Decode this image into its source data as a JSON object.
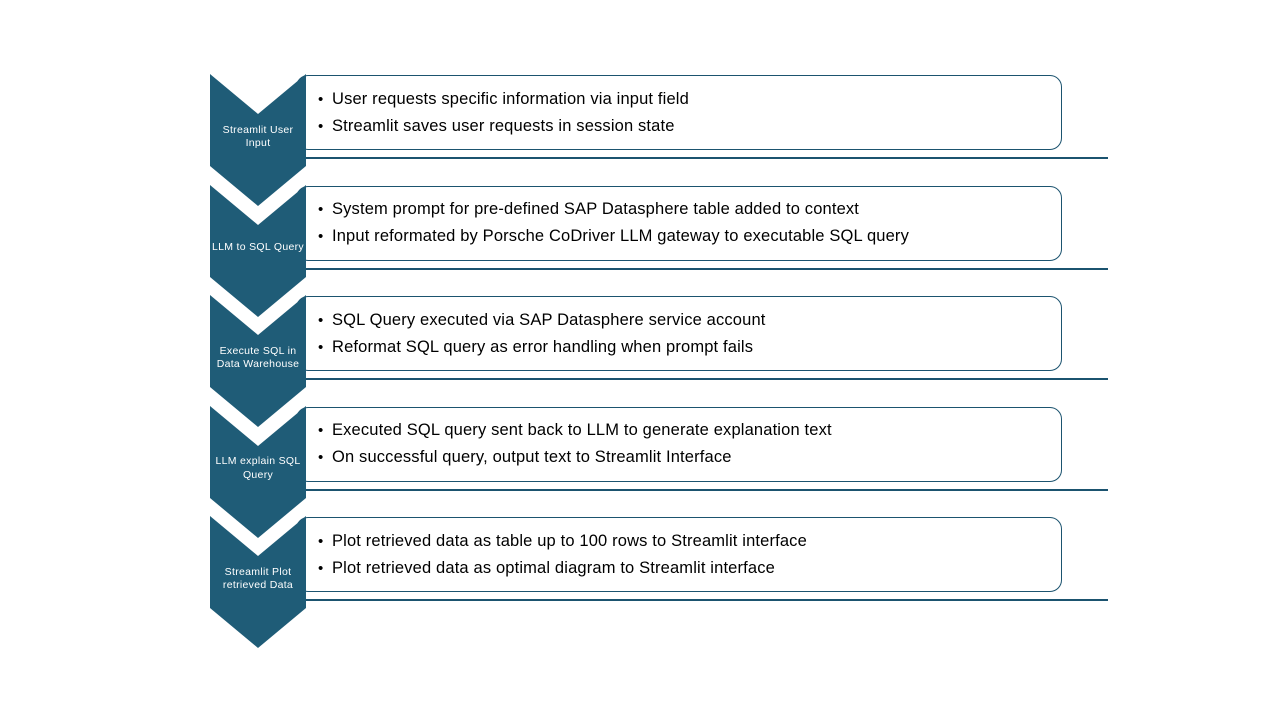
{
  "diagram": {
    "type": "vertical-chevron-process",
    "bullet_char": "•",
    "colors": {
      "accent": "#1F5C77",
      "border": "#1B536F",
      "label_text": "#FFFFFF",
      "body_text": "#000000",
      "background": "#FFFFFF"
    },
    "steps": [
      {
        "label_lines": [
          "Streamlit User",
          "Input"
        ],
        "bullets": [
          "User requests specific information via input field",
          "Streamlit saves user requests in session state"
        ]
      },
      {
        "label_lines": [
          "LLM to SQL Query"
        ],
        "bullets": [
          "System prompt for pre-defined SAP Datasphere table added to context",
          "Input reformated by Porsche CoDriver LLM gateway to executable SQL query"
        ]
      },
      {
        "label_lines": [
          "Execute SQL in",
          "Data Warehouse"
        ],
        "bullets": [
          "SQL Query executed via SAP Datasphere service account",
          "Reformat SQL query as error handling when prompt fails"
        ]
      },
      {
        "label_lines": [
          "LLM explain SQL",
          "Query"
        ],
        "bullets": [
          "Executed SQL query sent back to LLM to generate explanation text",
          "On successful query, output text to Streamlit Interface"
        ]
      },
      {
        "label_lines": [
          "Streamlit Plot",
          "retrieved Data"
        ],
        "bullets": [
          "Plot retrieved data as table up to 100 rows to Streamlit interface",
          "Plot retrieved data as optimal diagram to Streamlit interface"
        ]
      }
    ]
  }
}
